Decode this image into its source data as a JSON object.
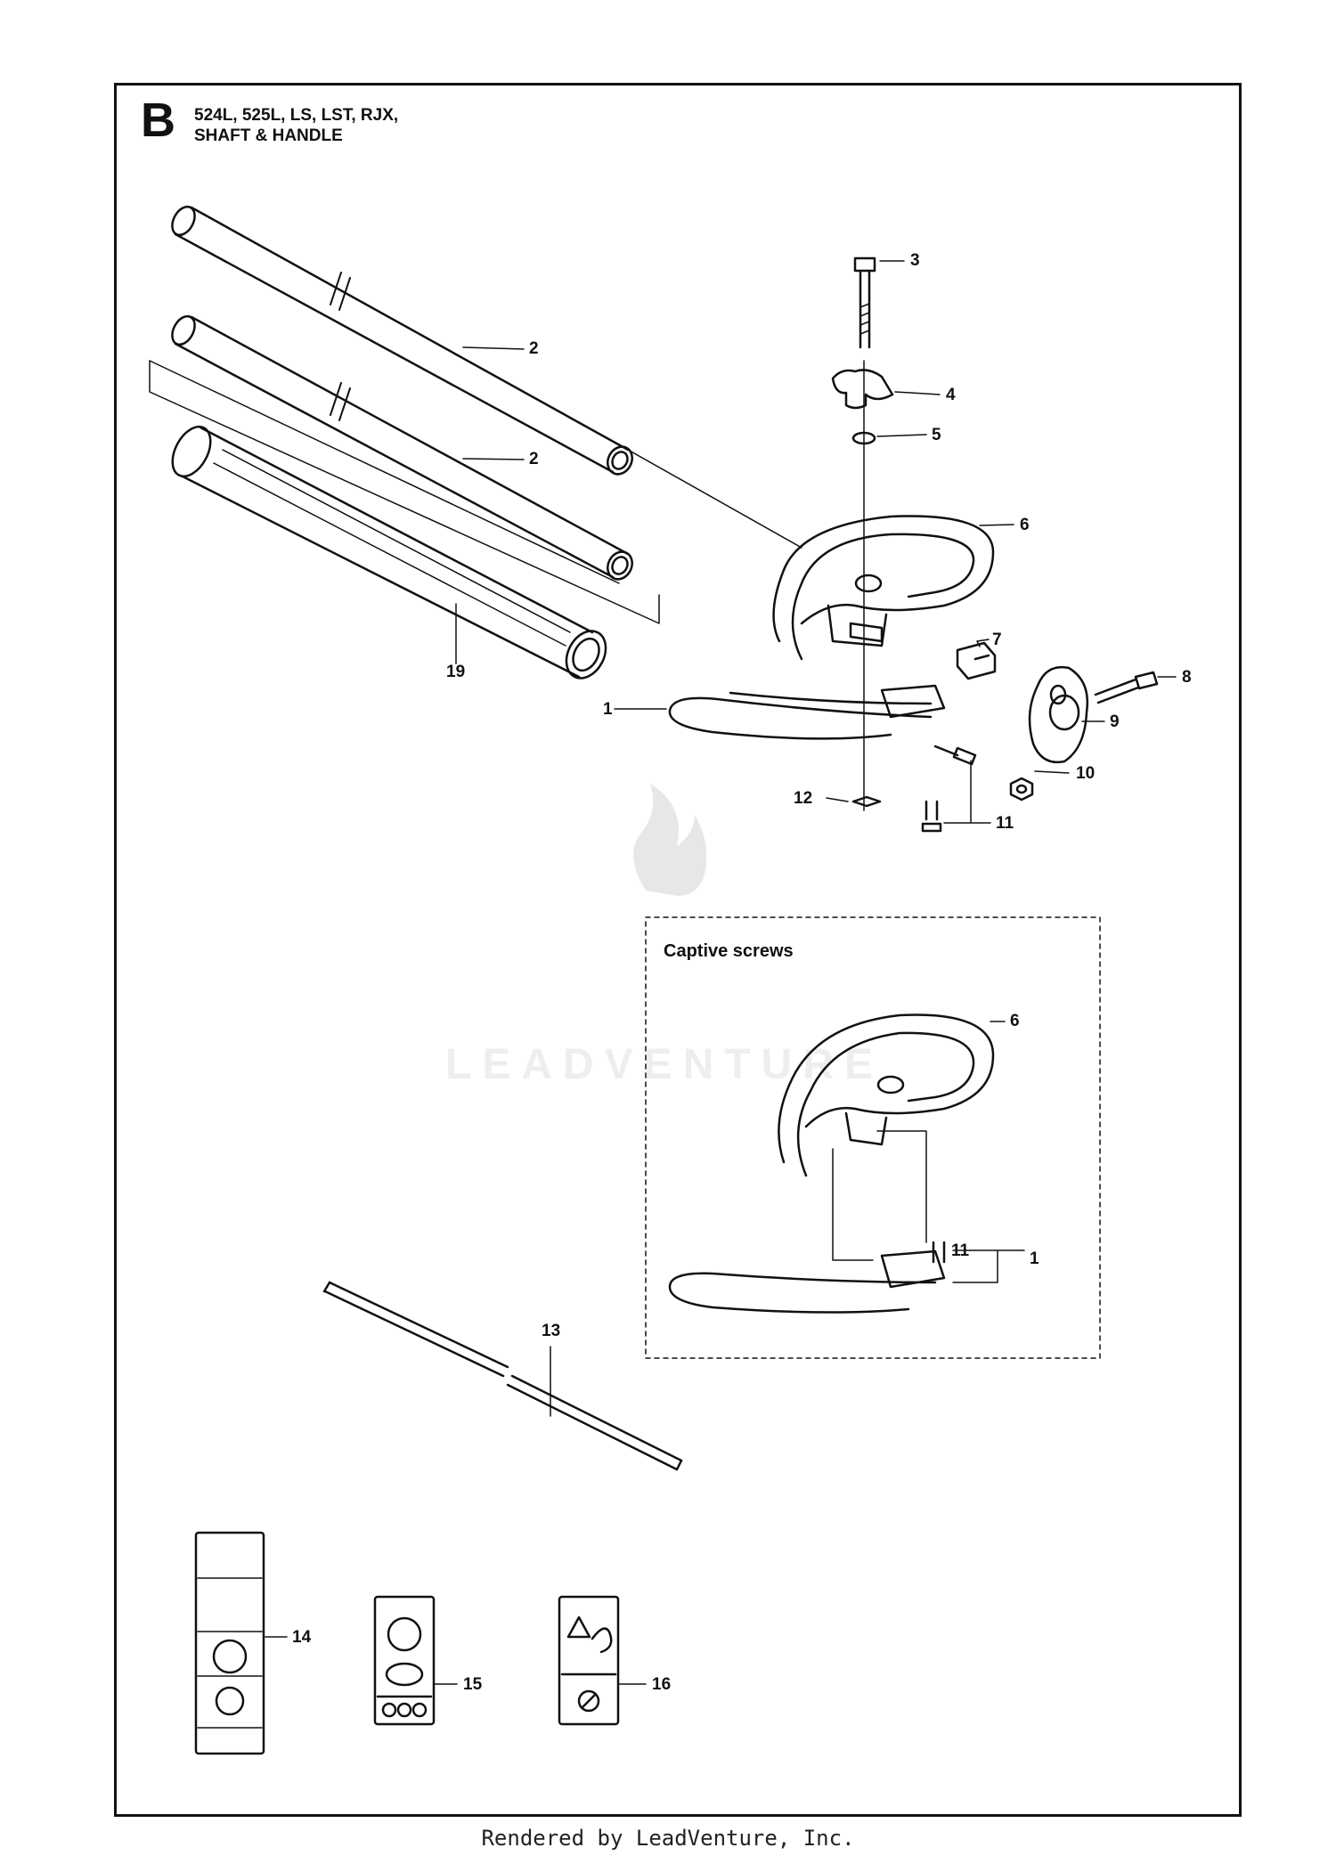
{
  "header": {
    "section_letter": "B",
    "title_line1": "524L, 525L, LS, LST, RJX,",
    "title_line2": "SHAFT & HANDLE"
  },
  "callouts": {
    "c1": "1",
    "c2a": "2",
    "c2b": "2",
    "c3": "3",
    "c4": "4",
    "c5": "5",
    "c6": "6",
    "c7": "7",
    "c8": "8",
    "c9": "9",
    "c10": "10",
    "c11": "11",
    "c12": "12",
    "c13": "13",
    "c14": "14",
    "c15": "15",
    "c16": "16",
    "c19": "19",
    "d6": "6",
    "d11": "11",
    "d1": "1"
  },
  "inset": {
    "label": "Captive screws"
  },
  "watermark": "LEADVENTURE",
  "footer": "Rendered by LeadVenture, Inc."
}
